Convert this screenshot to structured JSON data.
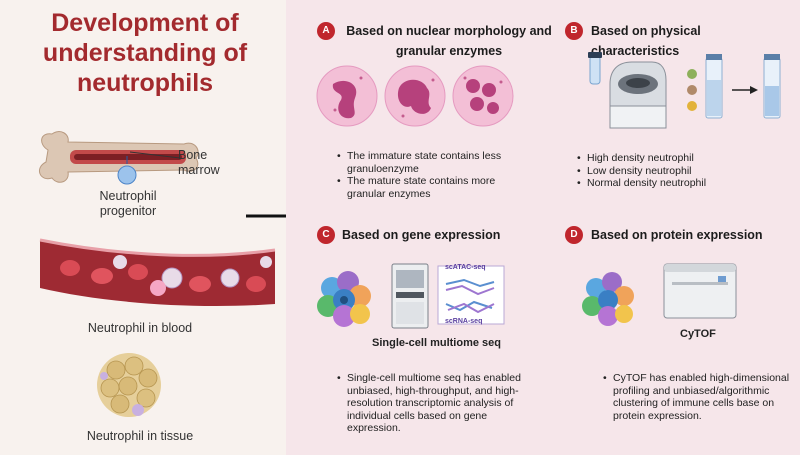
{
  "left": {
    "title_line1": "Development of",
    "title_line2": "understanding of",
    "title_line3": "neutrophils",
    "bone_label_line1": "Bone",
    "bone_label_line2": "marrow",
    "progenitor_line1": "Neutrophil",
    "progenitor_line2": "progenitor",
    "blood_label": "Neutrophil in blood",
    "tissue_label": "Neutrophil in tissue"
  },
  "panels": {
    "a": {
      "badge": "A",
      "title_line1": "Based on nuclear morphology and",
      "title_line2": "granular enzymes",
      "bullets": [
        "The immature state contains less granuloenzyme",
        "The mature state contains more granular enzymes"
      ]
    },
    "b": {
      "badge": "B",
      "title": "Based on physical characteristics",
      "bullets": [
        "High density neutrophil",
        "Low density neutrophil",
        "Normal density neutrophil"
      ]
    },
    "c": {
      "badge": "C",
      "title": "Based on gene expression",
      "tag_atac": "scATAC-seq",
      "tag_rna": "scRNA-seq",
      "caption": "Single-cell multiome seq",
      "bullets": [
        "Single-cell multiome seq has enabled unbiased, high-throughput, and high-resolution transcriptomic analysis of individual cells based on gene expression."
      ]
    },
    "d": {
      "badge": "D",
      "title": "Based on protein expression",
      "caption": "CyTOF",
      "bullets": [
        "CyTOF has enabled high-dimensional profiling and unbiased/algorithmic clustering of immune cells base on protein expression."
      ]
    }
  },
  "colors": {
    "accent_red": "#c0262d",
    "title_red": "#a32a2e",
    "left_bg": "#f8f2ee",
    "right_bg": "#f6e6ea"
  }
}
